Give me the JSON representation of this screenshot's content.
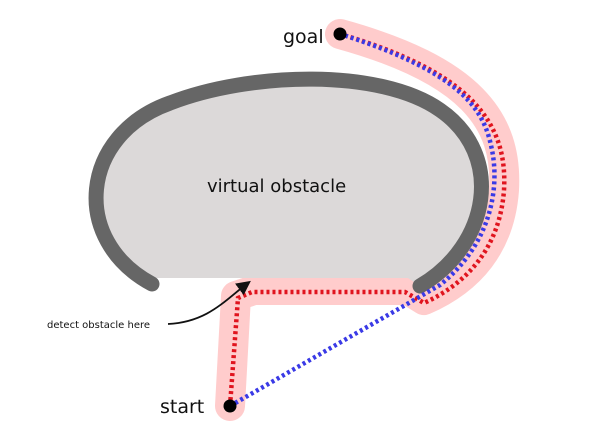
{
  "labels": {
    "goal": "goal",
    "start": "start",
    "obstacle": "virtual obstacle",
    "annotation": "detect obstacle here"
  },
  "colors": {
    "obstacle_fill": "#dcd9d9",
    "obstacle_border": "#666666",
    "corridor": "#ffcccc",
    "path_red": "#e0141e",
    "path_blue": "#3a3ae6",
    "point": "#000000",
    "text": "#111111"
  }
}
